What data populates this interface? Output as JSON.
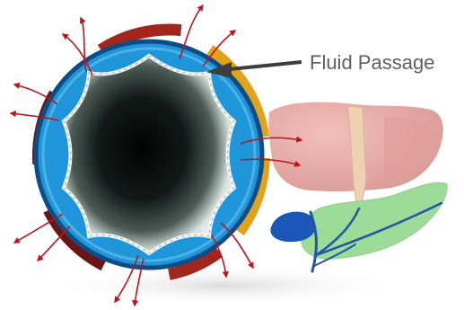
{
  "diagram": {
    "callout_label": "Fluid Passage",
    "illustrations": [
      "stent-cross-section",
      "liver",
      "gallbladder",
      "pancreas"
    ]
  },
  "colors": {
    "ring_blue": "#1f95da",
    "ring_edge": "#0c4d86",
    "segment_dark_red": "#6b1614",
    "segment_red": "#b32a1f",
    "segment_gold": "#e2a31b",
    "liver": "#e7a7a2",
    "gallbladder": "#1b57b6",
    "pancreas": "#9ddb98",
    "duct": "#2355a7",
    "arrow_red": "#c0141c",
    "label_gray": "#5f5f5f"
  }
}
